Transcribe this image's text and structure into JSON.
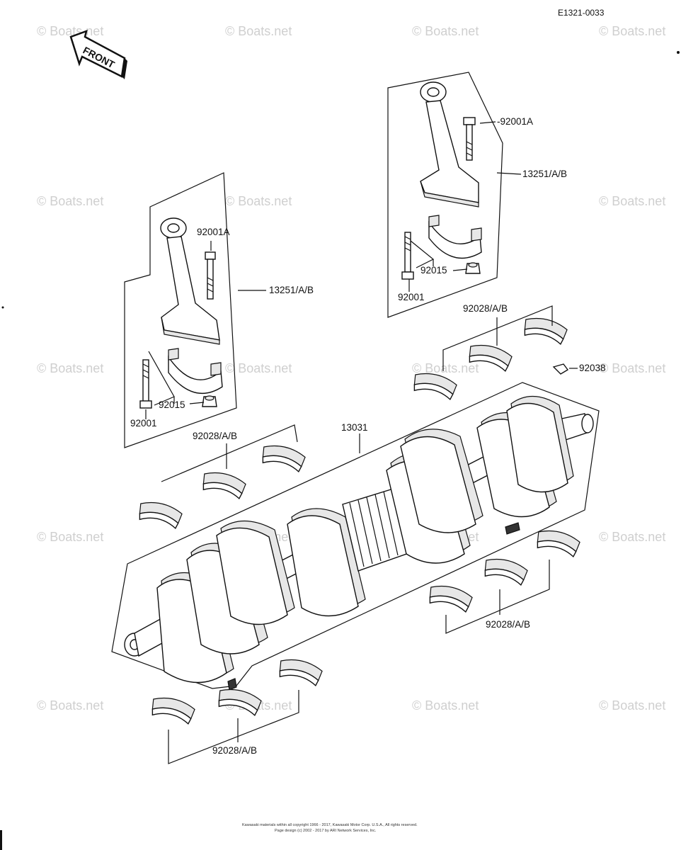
{
  "diagram": {
    "ref_code": "E1321-0033",
    "front_label": "FRONT",
    "watermark": "© Boats.net",
    "copyright_line1": "Kawasaki materials within all copyright 1966 - 2017, Kawasaki Motor Corp. U.S.A., All rights reserved.",
    "copyright_line2": "Page design (c) 2002 - 2017 by ARI Network Services, Inc.",
    "parts": {
      "bolt_a_right": "-92001A",
      "conrod_right": "13251/A/B",
      "nut_right": "92015",
      "bolt_right": "92001",
      "bearing_upper_right": "92028/A/B",
      "key": "92038",
      "bolt_a_left": "92001A",
      "conrod_left": "13251/A/B",
      "nut_left": "92015",
      "bolt_left": "92001",
      "crankshaft": "13031",
      "bearing_upper_left": "92028/A/B",
      "bearing_lower_right": "92028/A/B",
      "bearing_lower_left": "92028/A/B"
    }
  }
}
